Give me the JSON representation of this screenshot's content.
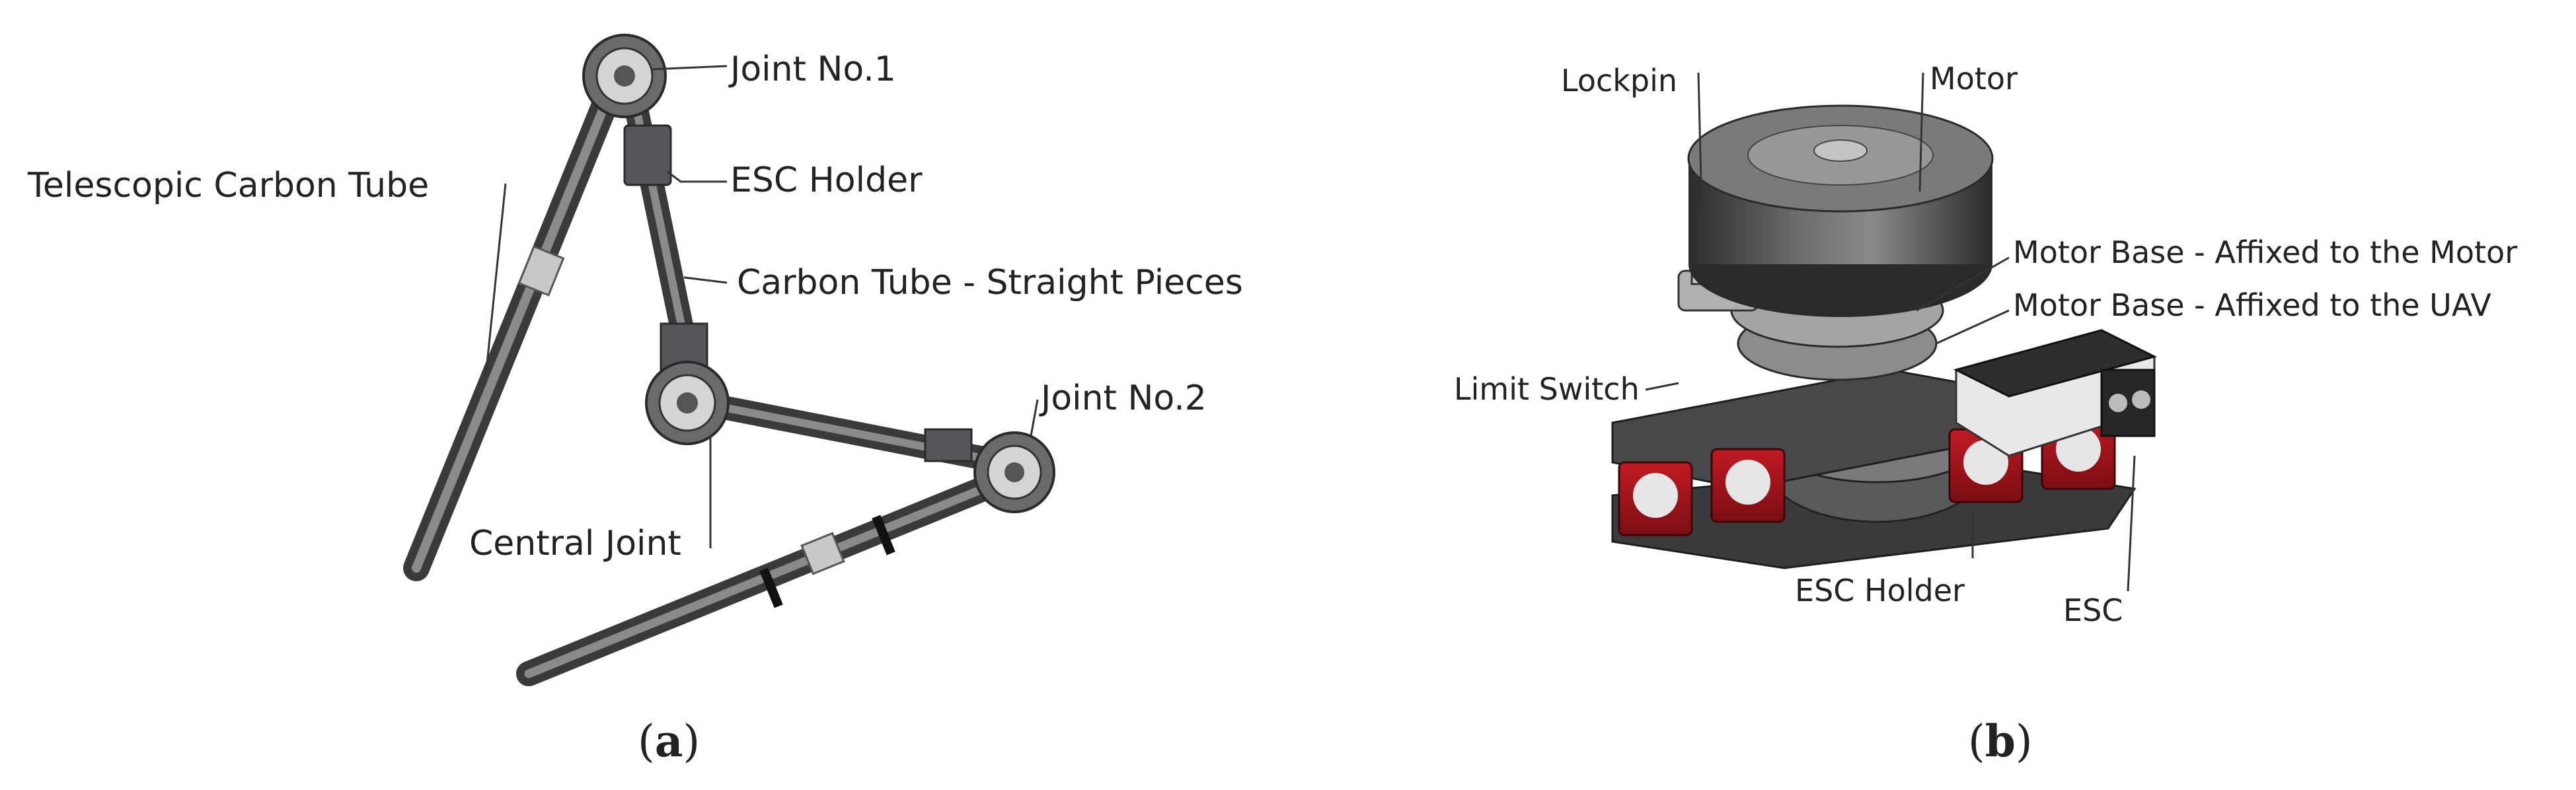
{
  "panel_a": {
    "caption_open": "(",
    "caption_letter": "a",
    "caption_close": ")",
    "labels": {
      "joint1": "Joint No.1",
      "esc_holder": "ESC Holder",
      "telescopic": "Telescopic Carbon Tube",
      "straight": "Carbon Tube - Straight Pieces",
      "joint2": "Joint No.2",
      "central": "Central Joint"
    }
  },
  "panel_b": {
    "caption_open": "(",
    "caption_letter": "b",
    "caption_close": ")",
    "labels": {
      "lockpin": "Lockpin",
      "motor": "Motor",
      "motor_base_motor": "Motor Base - Affixed to the Motor",
      "motor_base_uav": "Motor Base - Affixed to the UAV",
      "limit_switch": "Limit Switch",
      "esc_holder": "ESC Holder",
      "esc": "ESC"
    }
  },
  "colors": {
    "tube": "#6e6e70",
    "tube_dark": "#3e3e40",
    "metal": "#9a9a9c",
    "carbon": "#4a4a4c",
    "holder_red": "#a8141b",
    "motor_dark": "#3c3c3e"
  }
}
